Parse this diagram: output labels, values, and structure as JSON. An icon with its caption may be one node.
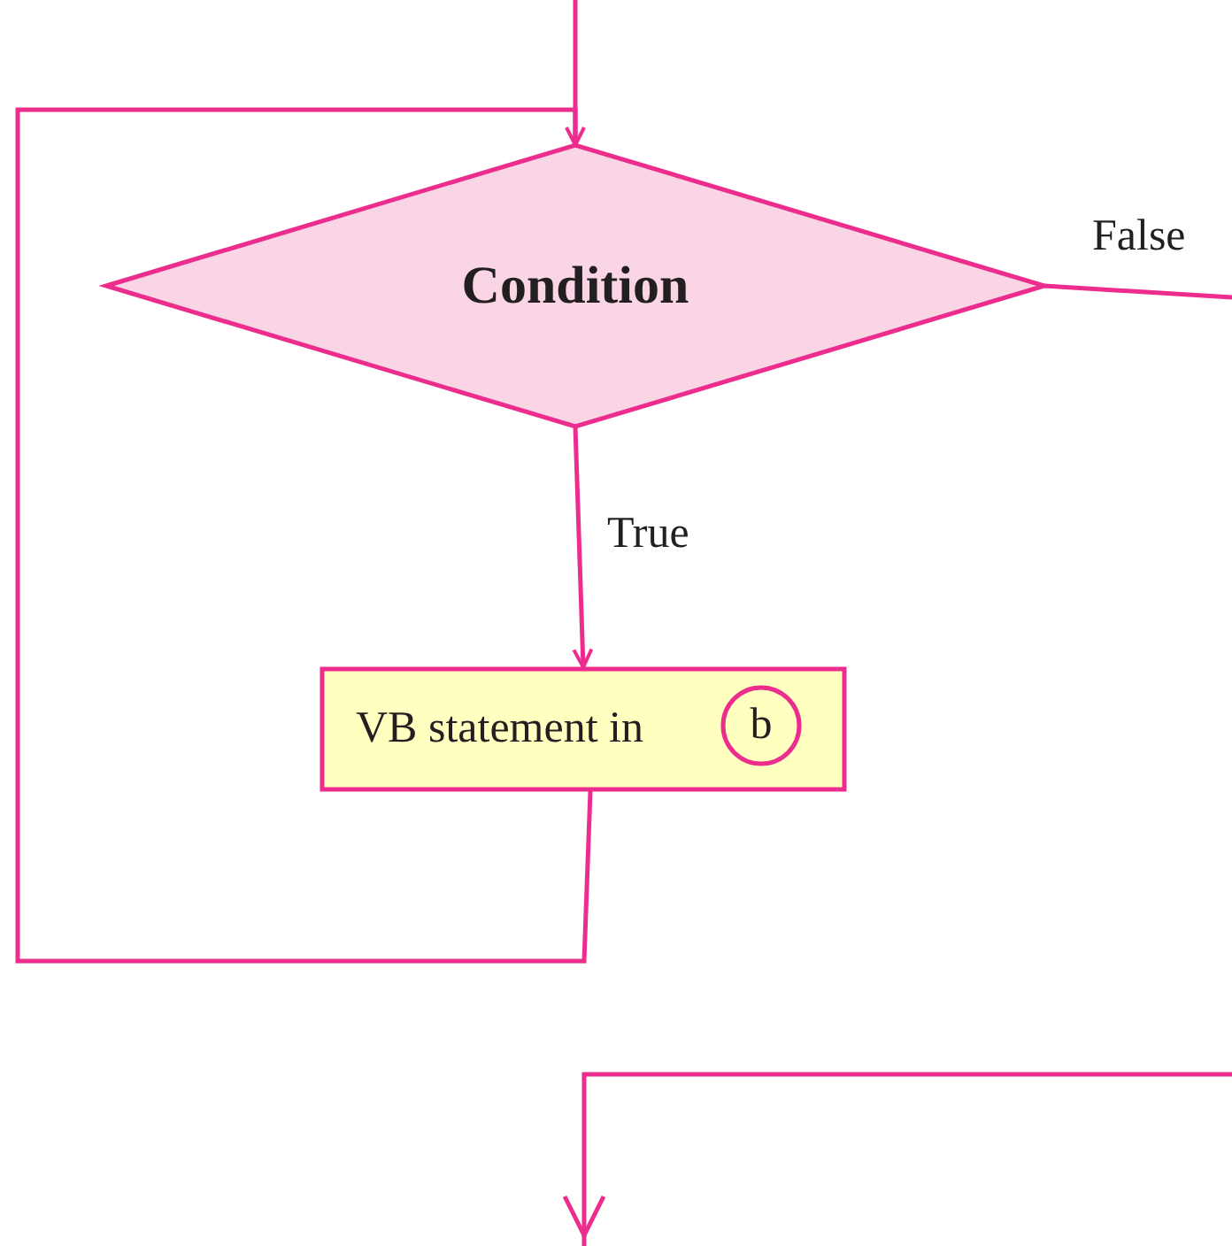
{
  "diagram": {
    "nodes": [
      {
        "text": [
          "Condition"
        ]
      },
      {
        "text": [
          "VB statement in"
        ]
      },
      {
        "text": [
          "b"
        ],
        "in": 1
      }
    ],
    "edges": [
      {
        "from": null,
        "to": 0,
        "arrow": "to"
      },
      {
        "from": 0,
        "to": 1,
        "arrow": "to",
        "label": "True"
      },
      {
        "from": 1,
        "to": 0,
        "arrow": "none"
      },
      {
        "from": 0,
        "to": null,
        "arrow": "none",
        "label": "False"
      }
    ]
  }
}
